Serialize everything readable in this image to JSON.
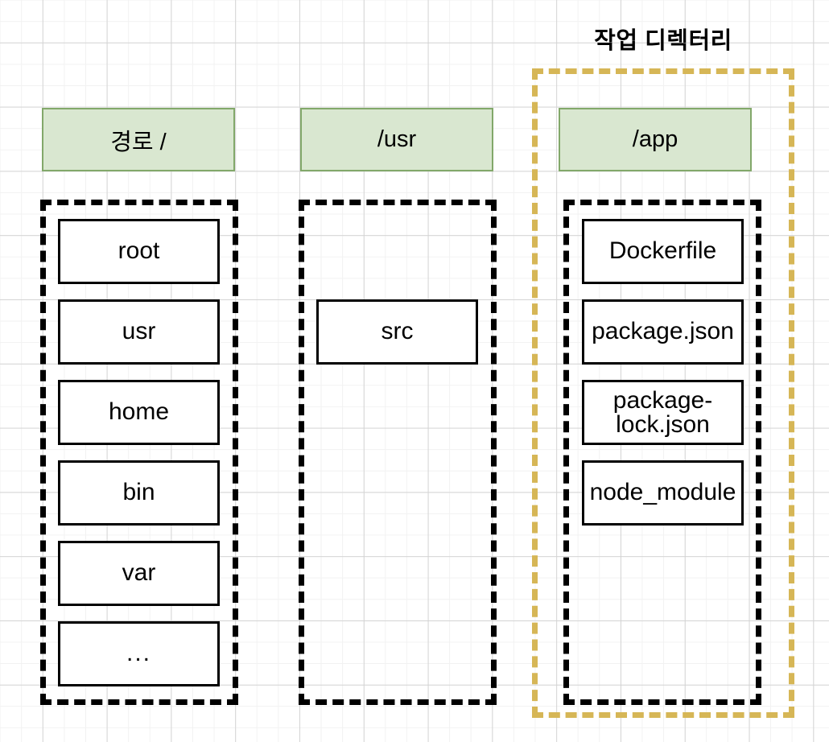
{
  "diagram": {
    "title": "작업 디렉터리",
    "colors": {
      "header_fill": "#d9e7d0",
      "header_border": "#82a86a",
      "group_border": "#000000",
      "highlight_border": "#d6b656",
      "box_fill": "#ffffff",
      "box_border": "#000000",
      "text": "#000000"
    },
    "columns": [
      {
        "header": "경로 /",
        "items": [
          "root",
          "usr",
          "home",
          "bin",
          "var",
          "..."
        ]
      },
      {
        "header": "/usr",
        "items": [
          "src"
        ]
      },
      {
        "header": "/app",
        "items": [
          "Dockerfile",
          "package.json",
          "package-lock.json",
          "node_module"
        ]
      }
    ]
  }
}
